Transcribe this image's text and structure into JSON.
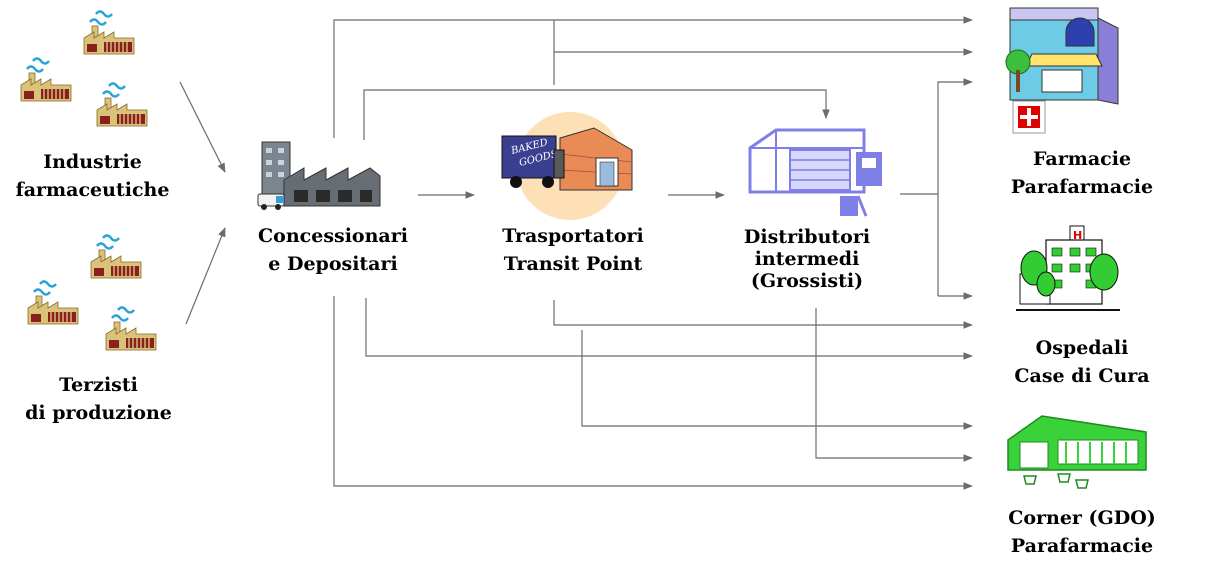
{
  "nodes": {
    "industrie": {
      "lines": [
        "Industrie",
        "farmaceutiche"
      ]
    },
    "terzisti": {
      "lines": [
        "Terzisti",
        "di produzione"
      ]
    },
    "concessionari": {
      "lines": [
        "Concessionari",
        "e Depositari"
      ]
    },
    "trasportatori": {
      "lines": [
        "Trasportatori",
        "Transit Point"
      ],
      "truck_text": [
        "BAKED",
        "GOODS"
      ]
    },
    "distributori": {
      "lines": [
        "Distributori",
        "intermedi",
        "(Grossisti)"
      ]
    },
    "farmacie": {
      "lines": [
        "Farmacie",
        "Parafarmacie"
      ]
    },
    "ospedali": {
      "lines": [
        "Ospedali",
        "Case di Cura"
      ]
    },
    "corner": {
      "lines": [
        "Corner (GDO)",
        "Parafarmacie"
      ]
    }
  },
  "colors": {
    "arrow": "#6b6b6b",
    "factory": "#d9c27a",
    "factory_dark": "#8a1f1f",
    "smoke": "#29a3d6",
    "pharmacy_cross": "#e00000",
    "hospital_green": "#33cc33",
    "gdo_green": "#39d239",
    "warehouse_blue": "#7f7fe8",
    "circle_peach": "#fde0b6"
  },
  "icons": [
    "factory-icon",
    "industrial-plant-icon",
    "delivery-truck-icon",
    "warehouse-icon",
    "pharmacy-icon",
    "pharmacy-cross-icon",
    "hospital-icon",
    "supermarket-icon"
  ]
}
